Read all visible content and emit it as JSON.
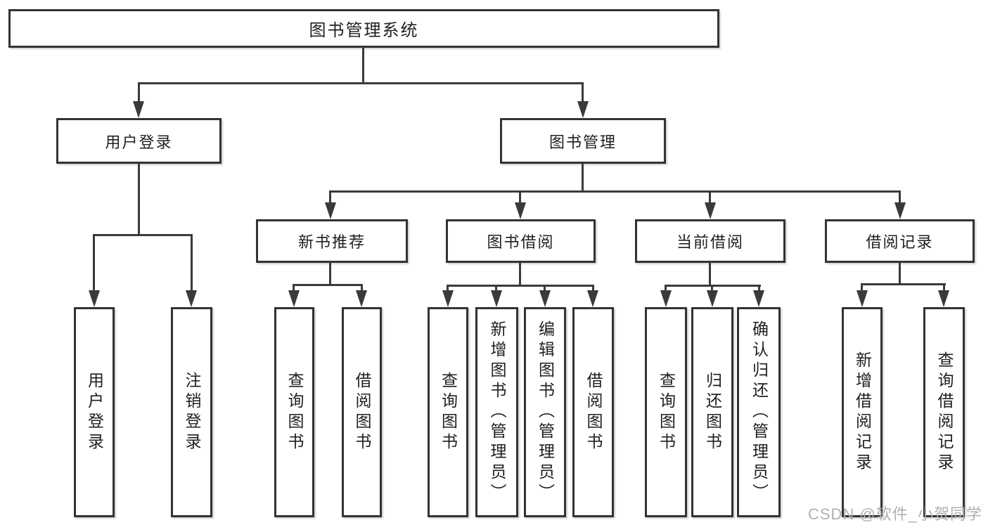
{
  "diagram_type": "hierarchy-tree",
  "tree": {
    "root": "图书管理系统",
    "children": [
      {
        "label": "用户登录",
        "children": [
          "用户登录",
          "注销登录"
        ]
      },
      {
        "label": "图书管理",
        "children": [
          {
            "label": "新书推荐",
            "children": [
              "查询图书",
              "借阅图书"
            ]
          },
          {
            "label": "图书借阅",
            "children": [
              "查询图书",
              "新增图书（管理员）",
              "编辑图书（管理员）",
              "借阅图书"
            ]
          },
          {
            "label": "当前借阅",
            "children": [
              "查询图书",
              "归还图书",
              "确认归还（管理员）"
            ]
          },
          {
            "label": "借阅记录",
            "children": [
              "新增借阅记录",
              "查询借阅记录"
            ]
          }
        ]
      }
    ]
  },
  "watermark": {
    "text": "CSDN @软件_小贺同学",
    "color": "#b0b0b0"
  },
  "colors": {
    "background": "#ffffff",
    "line": "#3a3a3a",
    "box_border": "#333333",
    "text": "#1f1f1f"
  }
}
